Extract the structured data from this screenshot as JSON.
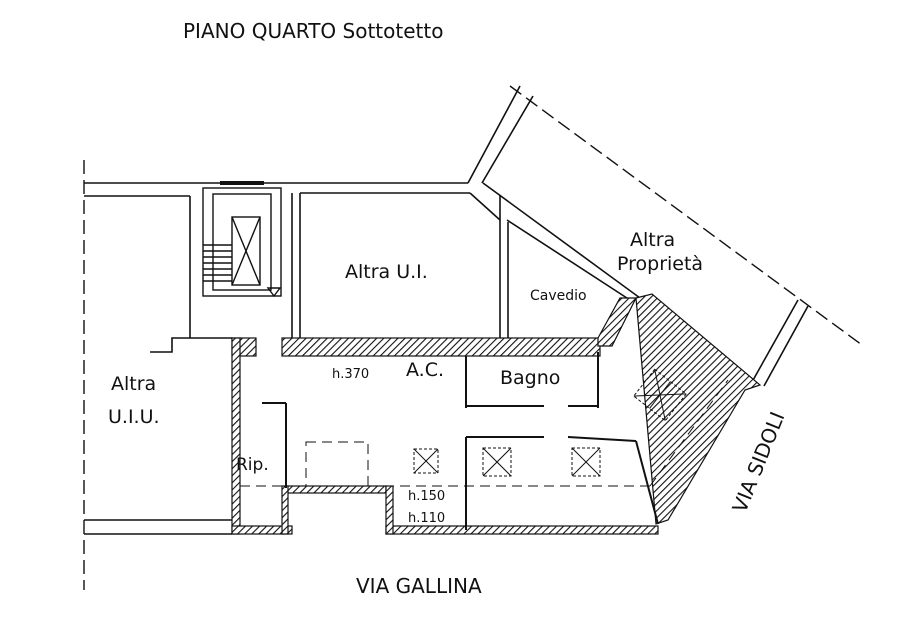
{
  "title": "PIANO QUARTO Sottotetto",
  "streets": {
    "bottom": "VIA GALLINA",
    "right": "VIA SIDOLI"
  },
  "rooms": {
    "altra_ui": "Altra U.I.",
    "altra_uiu_line1": "Altra",
    "altra_uiu_line2": "U.I.U.",
    "altra_proprieta_line1": "Altra",
    "altra_proprieta_line2": "Proprietà",
    "cavedio": "Cavedio",
    "bagno": "Bagno",
    "ac": "A.C.",
    "rip": "Rip."
  },
  "heights": {
    "h370": "h.370",
    "h150": "h.150",
    "h110": "h.110"
  },
  "colors": {
    "ink": "#111111",
    "background": "#ffffff"
  }
}
